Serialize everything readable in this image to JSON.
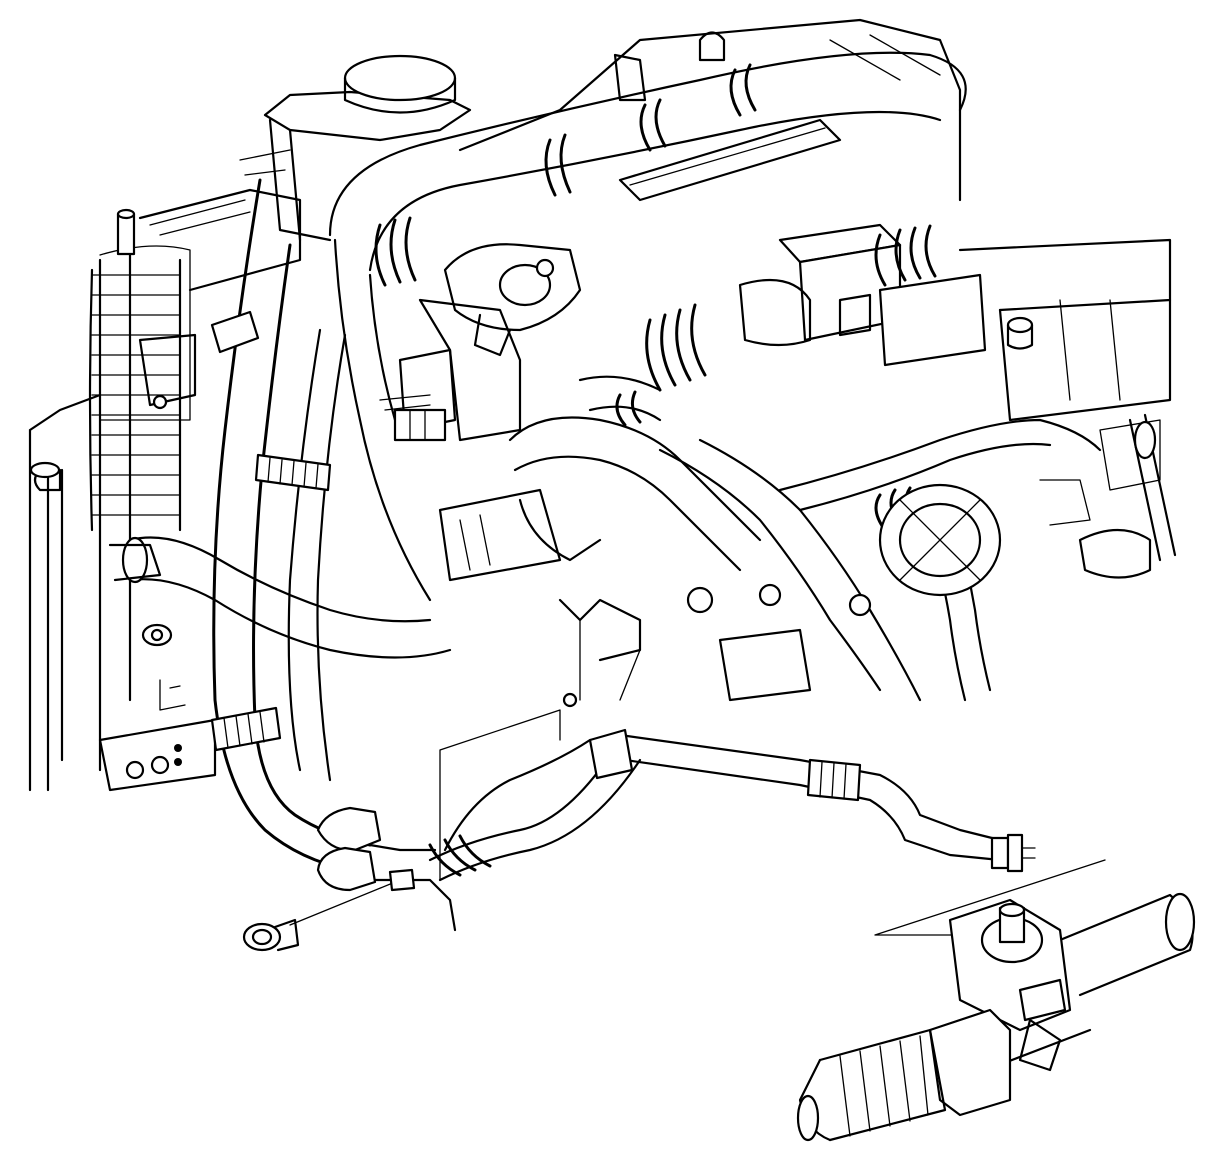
{
  "diagram": {
    "colors": {
      "line": "#000000",
      "background": "#ffffff"
    },
    "components": [
      "engine-assembly-illustration",
      "power-steering-reservoir",
      "intake-duct",
      "radiator",
      "power-steering-hoses",
      "hose-clamps",
      "fastener-nut",
      "steering-gear-assembly"
    ]
  }
}
